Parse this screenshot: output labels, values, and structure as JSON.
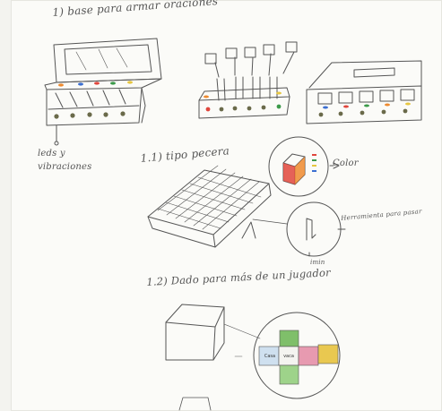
{
  "sketch": {
    "title_1": "1) base para armar oraciones",
    "leds_label_line1": "leds y",
    "leds_label_line2": "vibraciones",
    "title_1_1": "1.1) tipo pecera",
    "color_label": "Color",
    "tool_label": "Herramienta para pasar",
    "imin_label": "imin",
    "title_1_2": "1.2) Dado para más de un jugador",
    "die_faces": [
      "",
      "",
      "Casa",
      "vaca",
      "",
      "",
      ""
    ]
  },
  "colors": {
    "paper": "#fbfbf8",
    "pencil": "#555555",
    "red_marker": "#e0463c",
    "blue_marker": "#3b6fd1",
    "green_marker": "#3c9a4a",
    "yellow_marker": "#e6c640",
    "orange_marker": "#ee8a2f"
  }
}
